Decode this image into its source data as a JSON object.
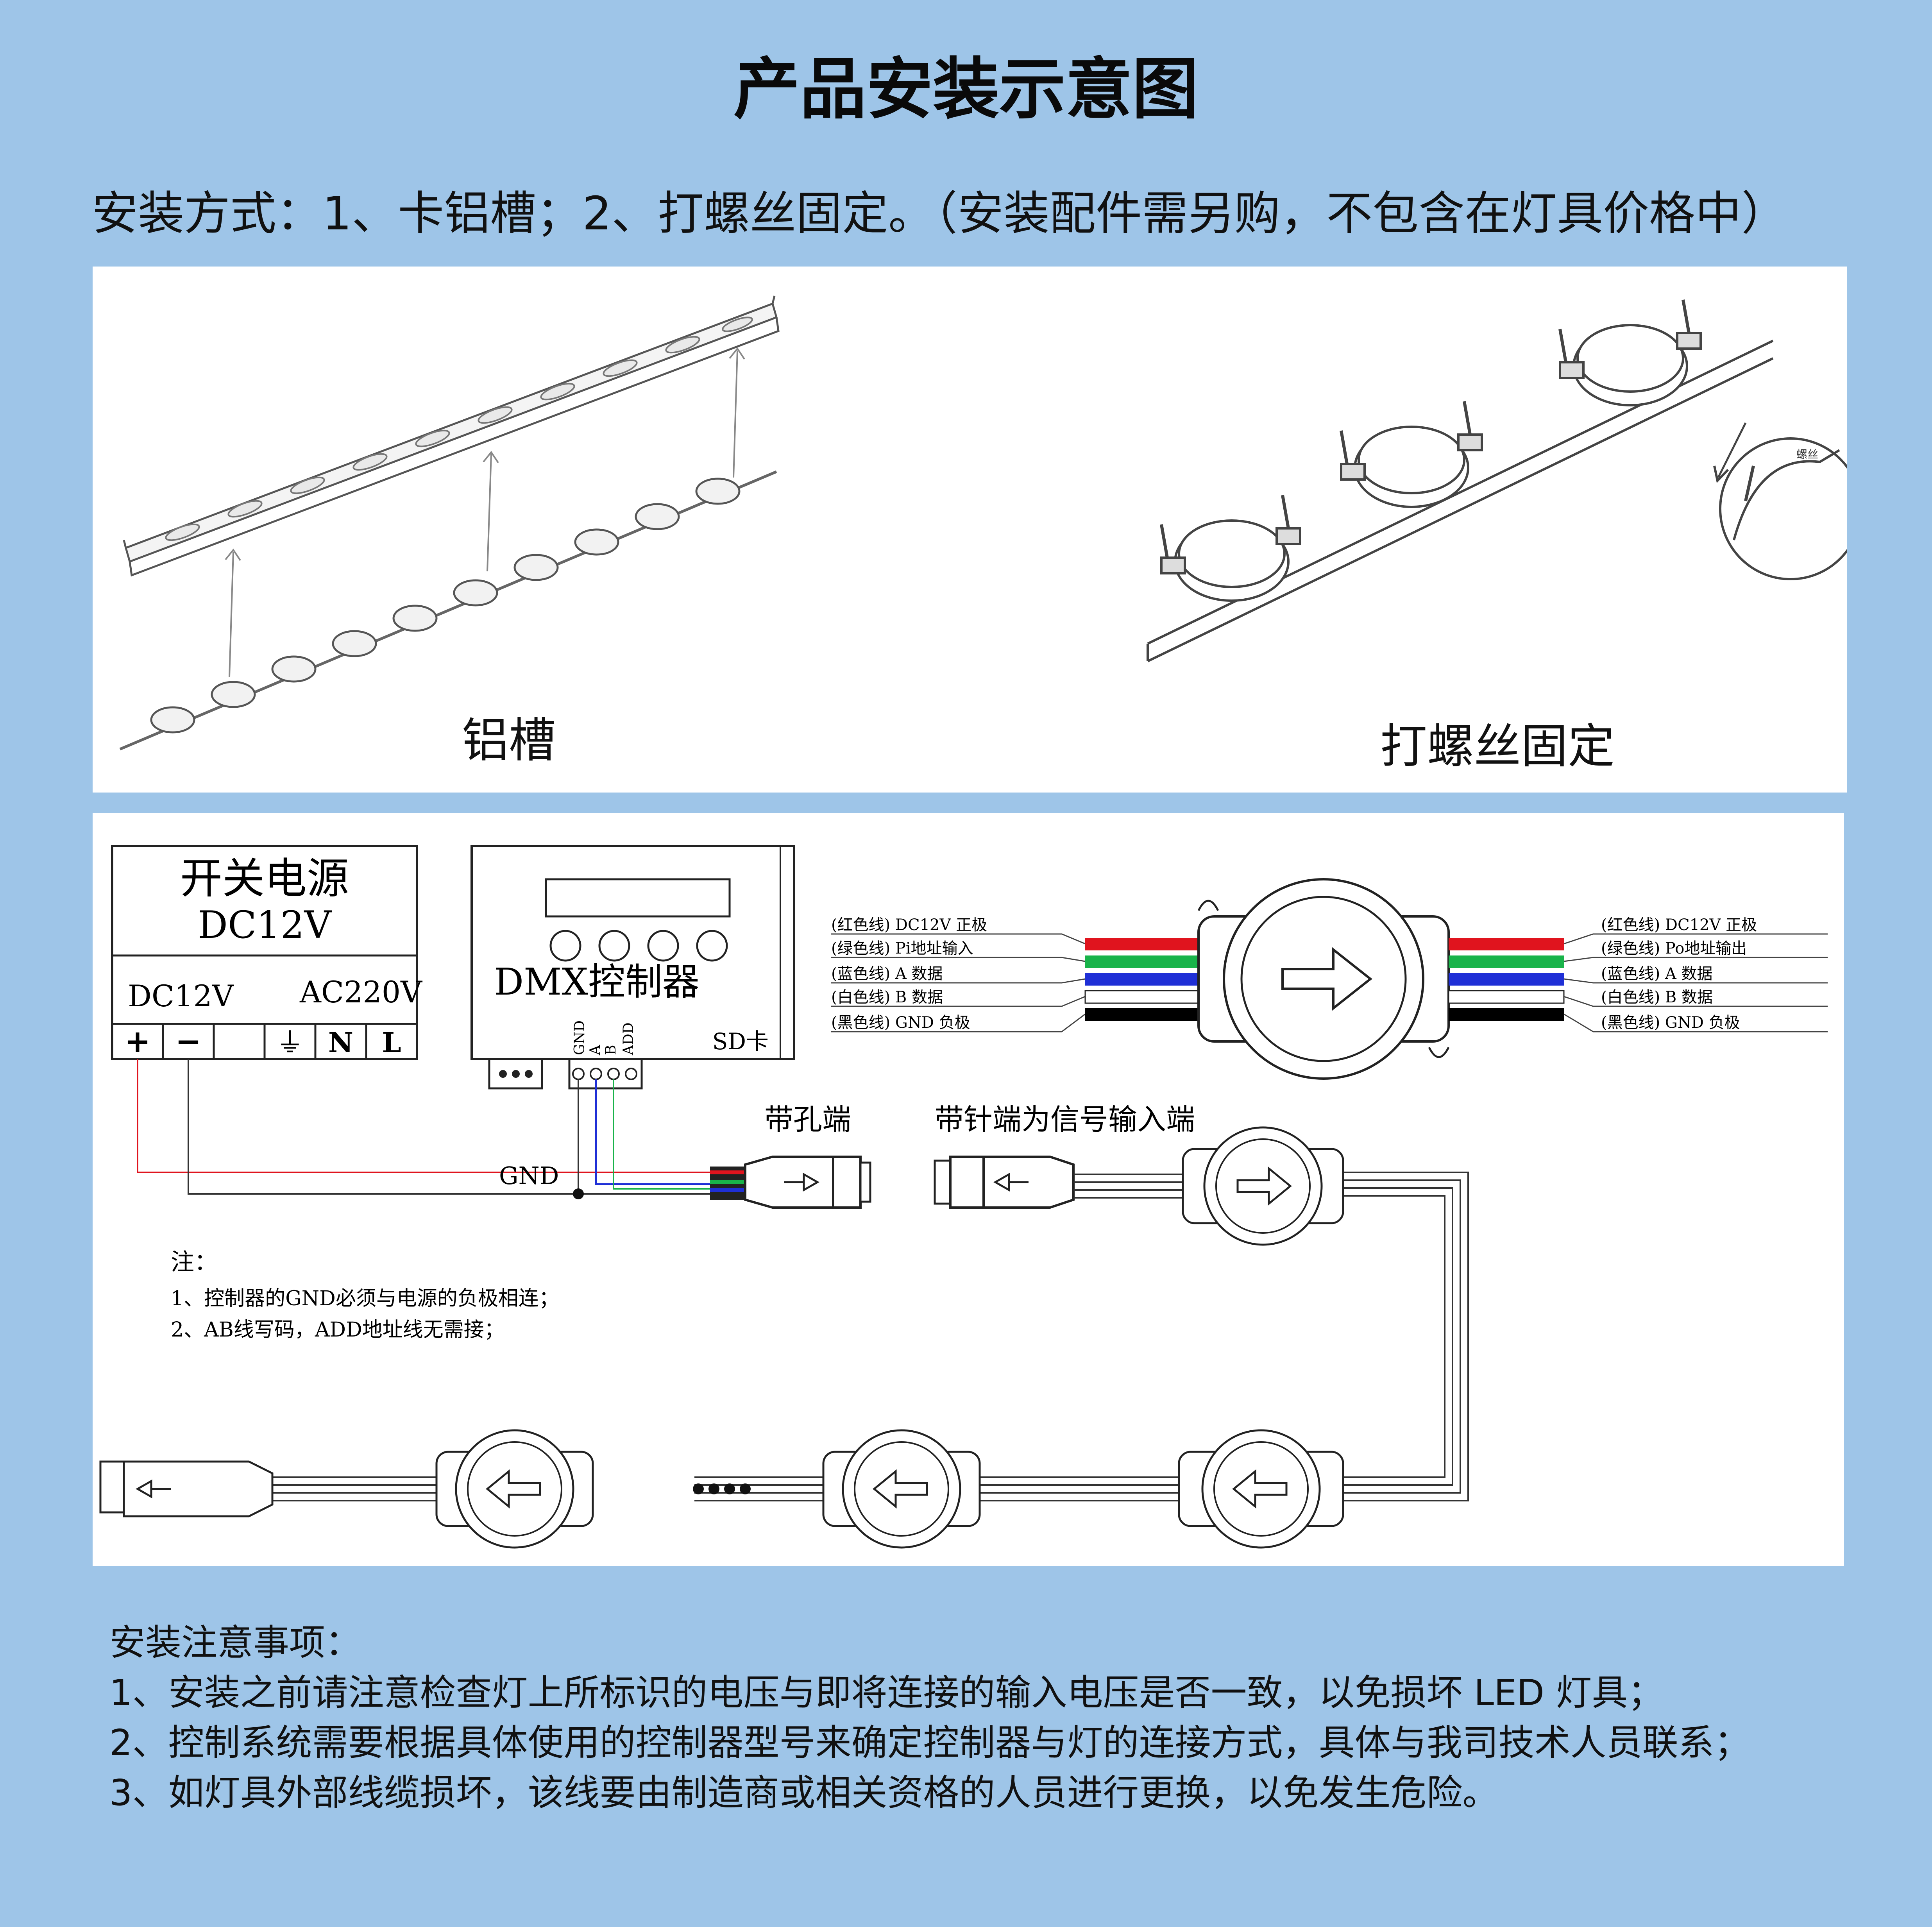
{
  "header": {
    "title": "产品安装示意图",
    "install_method": "安装方式：1、卡铝槽；2、打螺丝固定。（安装配件需另购，不包含在灯具价格中）"
  },
  "install_panel": {
    "aluminum_caption": "铝槽",
    "screw_caption": "打螺丝固定",
    "detail_label": "螺丝"
  },
  "wiring": {
    "power_supply": {
      "title_line1": "开关电源",
      "title_line2": "DC12V",
      "dc_label": "DC12V",
      "ac_label": "AC220V",
      "terminals": [
        "+",
        "−",
        "",
        "⏚",
        "N",
        "L"
      ]
    },
    "controller": {
      "title": "DMX控制器",
      "pins": [
        "GND",
        "A",
        "B",
        "ADD"
      ],
      "sd_label": "SD卡"
    },
    "gnd_label": "GND",
    "input_wires": [
      "(红色线) DC12V 正极",
      "(绿色线) Pi地址输入",
      "(蓝色线) A 数据",
      "(白色线) B 数据",
      "(黑色线) GND 负极"
    ],
    "output_wires": [
      "(红色线) DC12V 正极",
      "(绿色线) Po地址输出",
      "(蓝色线) A 数据",
      "(白色线) B 数据",
      "(黑色线) GND 负极"
    ],
    "wire_colors": [
      "#e0141e",
      "#19b34a",
      "#1f2fd6",
      "#ffffff",
      "#000000"
    ],
    "female_end_label": "带孔端",
    "male_end_label": "带针端为信号输入端",
    "notes": {
      "heading": "注：",
      "line1": "1、控制器的GND必须与电源的负极相连；",
      "line2": "2、AB线写码，ADD地址线无需接；"
    }
  },
  "precautions": {
    "heading": "安装注意事项：",
    "item1": "1、安装之前请注意检查灯上所标识的电压与即将连接的输入电压是否一致，以免损坏 LED 灯具；",
    "item2": "2、控制系统需要根据具体使用的控制器型号来确定控制器与灯的连接方式，具体与我司技术人员联系；",
    "item3": "3、如灯具外部线缆损坏，该线要由制造商或相关资格的人员进行更换，以免发生危险。"
  }
}
